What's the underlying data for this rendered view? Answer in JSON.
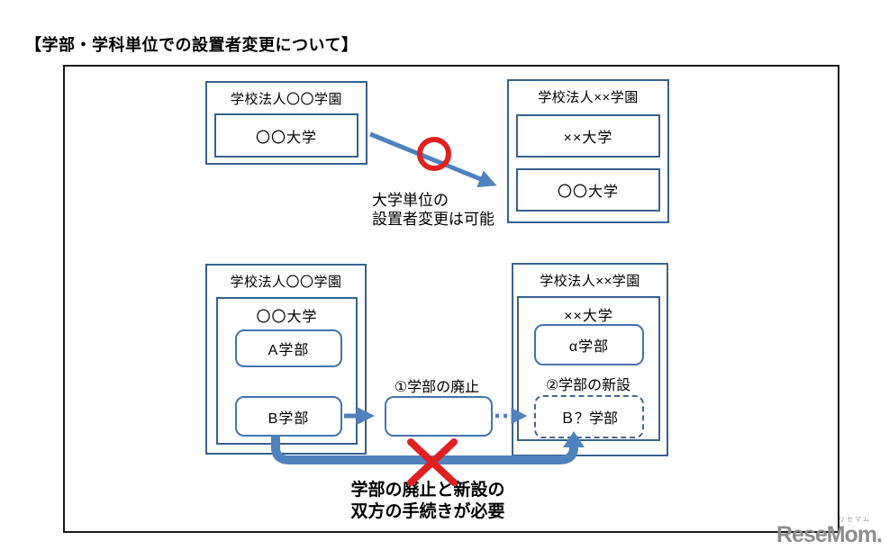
{
  "title": "【学部・学科単位での設置者変更について】",
  "colors": {
    "box_border_dark": "#38618F",
    "rounded_border": "#4474AC",
    "arrow_blue": "#4F81BD",
    "mark_red": "#E02020",
    "outer_border": "#1a1a1a",
    "logo_gray": "#8d8d8d"
  },
  "top": {
    "left_group": {
      "label": "学校法人〇〇学園",
      "university": "〇〇大学"
    },
    "right_group": {
      "label": "学校法人××学園",
      "universities": [
        "××大学",
        "〇〇大学"
      ]
    },
    "note_line1": "大学単位の",
    "note_line2": "設置者変更は可能",
    "possible_mark": "red-circle"
  },
  "bottom": {
    "left_group": {
      "label": "学校法人〇〇学園",
      "university": "〇〇大学",
      "faculties": [
        "A学部",
        "B学部"
      ]
    },
    "abolish_label": "①学部の廃止",
    "right_group": {
      "label": "学校法人××学園",
      "university": "××大学",
      "faculty": "α学部",
      "new_label": "②学部の新設",
      "new_faculty": "Ｂ？学部"
    },
    "forbidden_mark": "red-x",
    "note_line1": "学部の廃止と新設の",
    "note_line2": "双方の手続きが必要"
  },
  "logo": {
    "ruby": "リセマム",
    "text": "ReseMom."
  }
}
